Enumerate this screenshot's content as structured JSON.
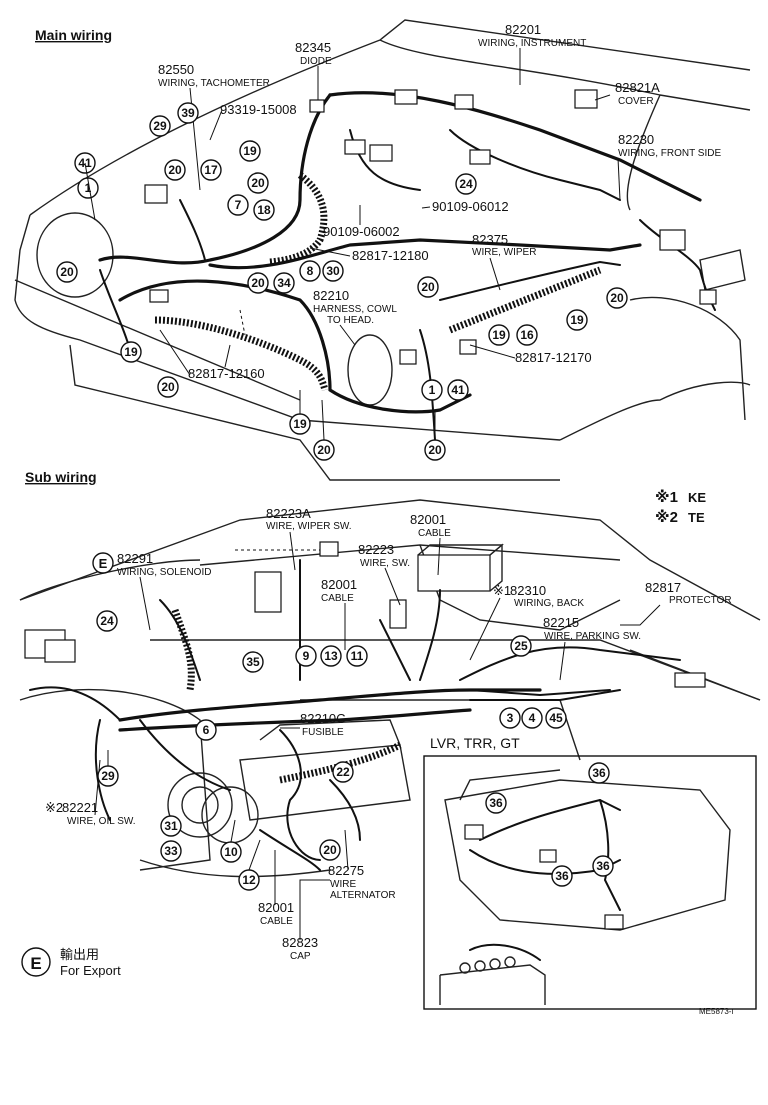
{
  "sections": {
    "main_title": "Main wiring",
    "sub_title": "Sub wiring",
    "inset_title": "LVR, TRR, GT"
  },
  "notes": {
    "note1_mark": "※1",
    "note1_text": "KE",
    "note2_mark": "※2",
    "note2_text": "TE",
    "export_mark": "E",
    "export_jp": "輸出用",
    "export_en": "For Export",
    "figure_id": "ME5873-ı"
  },
  "main_parts": [
    {
      "pn": "82201",
      "desc": "WIRING, INSTRUMENT"
    },
    {
      "pn": "82345",
      "desc": "DIODE"
    },
    {
      "pn": "82550",
      "desc": "WIRING, TACHOMETER"
    },
    {
      "pn": "93319-15008",
      "desc": ""
    },
    {
      "pn": "82821A",
      "desc": "COVER"
    },
    {
      "pn": "82230",
      "desc": "WIRING, FRONT SIDE"
    },
    {
      "pn": "90109-06012",
      "desc": ""
    },
    {
      "pn": "90109-06002",
      "desc": ""
    },
    {
      "pn": "82375",
      "desc": "WIRE, WIPER"
    },
    {
      "pn": "82817-12180",
      "desc": ""
    },
    {
      "pn": "82210",
      "desc": "HARNESS, COWL"
    },
    {
      "pn": "",
      "desc": "TO HEAD."
    },
    {
      "pn": "82817-12170",
      "desc": ""
    },
    {
      "pn": "82817-12160",
      "desc": ""
    }
  ],
  "sub_parts": [
    {
      "pn": "82223A",
      "desc": "WIRE, WIPER SW."
    },
    {
      "pn": "82001",
      "desc": "CABLE"
    },
    {
      "pn": "82291",
      "desc": "WIRING, SOLENOID"
    },
    {
      "pn": "82223",
      "desc": "WIRE, SW."
    },
    {
      "pn": "82001",
      "desc": "CABLE"
    },
    {
      "pn": "82310",
      "desc": "WIRING, BACK"
    },
    {
      "pn": "82817",
      "desc": "PROTECTOR"
    },
    {
      "pn": "82215",
      "desc": "WIRE, PARKING SW."
    },
    {
      "pn": "82210C",
      "desc": "FUSIBLE"
    },
    {
      "pn": "82221",
      "desc": "WIRE, OIL SW."
    },
    {
      "pn": "82275",
      "desc": "WIRE"
    },
    {
      "pn": "",
      "desc": "ALTERNATOR"
    },
    {
      "pn": "82001",
      "desc": "CABLE"
    },
    {
      "pn": "82823",
      "desc": "CAP"
    }
  ],
  "sub_marks": {
    "p82310": "※1",
    "p82221": "※2"
  },
  "main_callouts": [
    "41",
    "1",
    "29",
    "39",
    "20",
    "17",
    "7",
    "18",
    "19",
    "20",
    "24",
    "20",
    "20",
    "34",
    "8",
    "30",
    "20",
    "19",
    "16",
    "19",
    "20",
    "1",
    "41",
    "19",
    "20",
    "20",
    "20"
  ],
  "sub_callouts": [
    "24",
    "35",
    "9",
    "13",
    "11",
    "25",
    "3",
    "4",
    "45",
    "6",
    "29",
    "22",
    "31",
    "33",
    "10",
    "12",
    "20",
    "36",
    "36",
    "36",
    "36"
  ]
}
